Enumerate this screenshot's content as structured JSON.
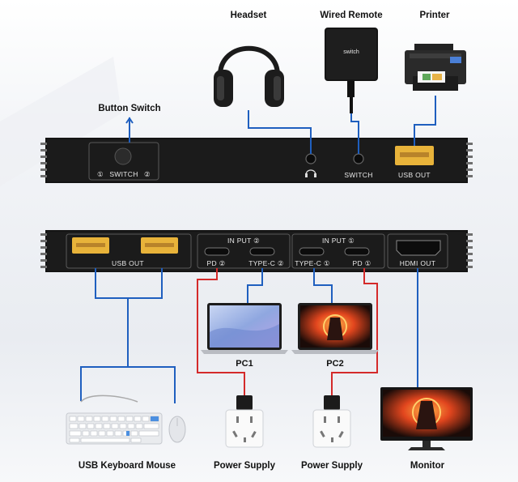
{
  "top_labels": {
    "headset": "Headset",
    "wired_remote": "Wired Remote",
    "printer": "Printer",
    "button_switch": "Button Switch"
  },
  "remote_text": "switch",
  "front_panel": {
    "switch_label": "SWITCH",
    "switch_num_left": "①",
    "switch_num_right": "②",
    "remote_port_label": "SWITCH",
    "usb_label": "USB OUT"
  },
  "back_panel": {
    "usb_out": "USB OUT",
    "input2": "IN PUT ②",
    "pd2": "PD ②",
    "typec2": "TYPE-C ②",
    "input1": "IN PUT ①",
    "typec1": "TYPE-C ①",
    "pd1": "PD ①",
    "hdmi_out": "HDMI OUT"
  },
  "pc_labels": {
    "pc1": "PC1",
    "pc2": "PC2"
  },
  "bottom_labels": {
    "usb_keyboard_mouse": "USB Keyboard Mouse",
    "power_supply_1": "Power Supply",
    "power_supply_2": "Power Supply",
    "monitor": "Monitor"
  },
  "colors": {
    "panel": "#141414",
    "usb_port": "#e8b33a",
    "cable_blue": "#1f5fbf",
    "cable_red": "#d42a2a"
  }
}
